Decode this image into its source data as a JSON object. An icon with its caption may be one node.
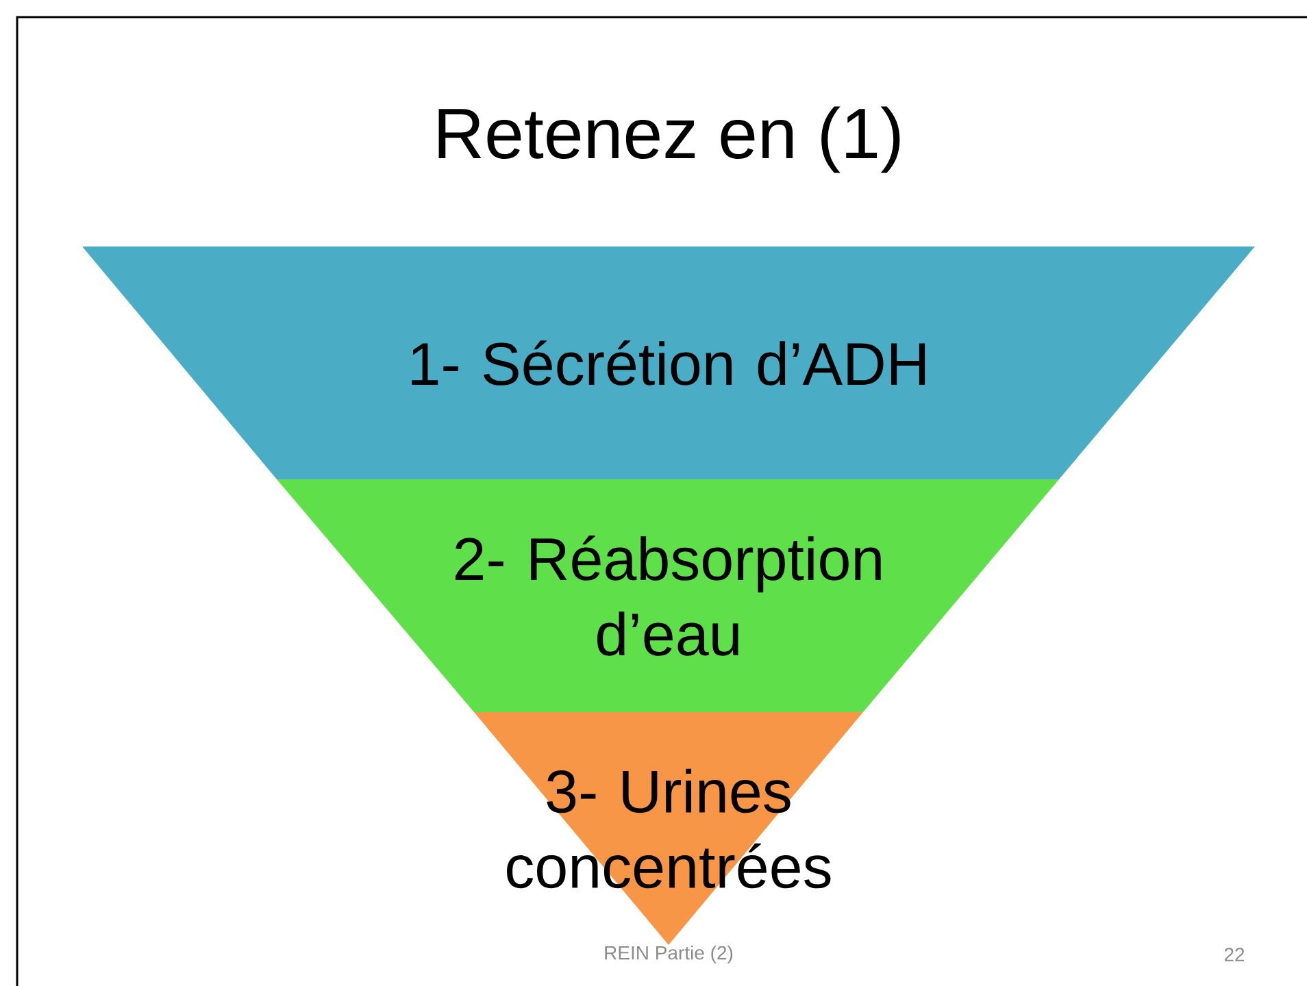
{
  "diagram": {
    "title": "Retenez en (1)",
    "nodes": [
      {
        "text": [
          "1- Sécrétion d’ADH"
        ]
      },
      {
        "text": [
          "2- Réabsorption d’eau"
        ]
      },
      {
        "text": [
          "3- Urines concentrées"
        ]
      }
    ],
    "labels": [
      "REIN Partie (2)",
      "22"
    ]
  }
}
